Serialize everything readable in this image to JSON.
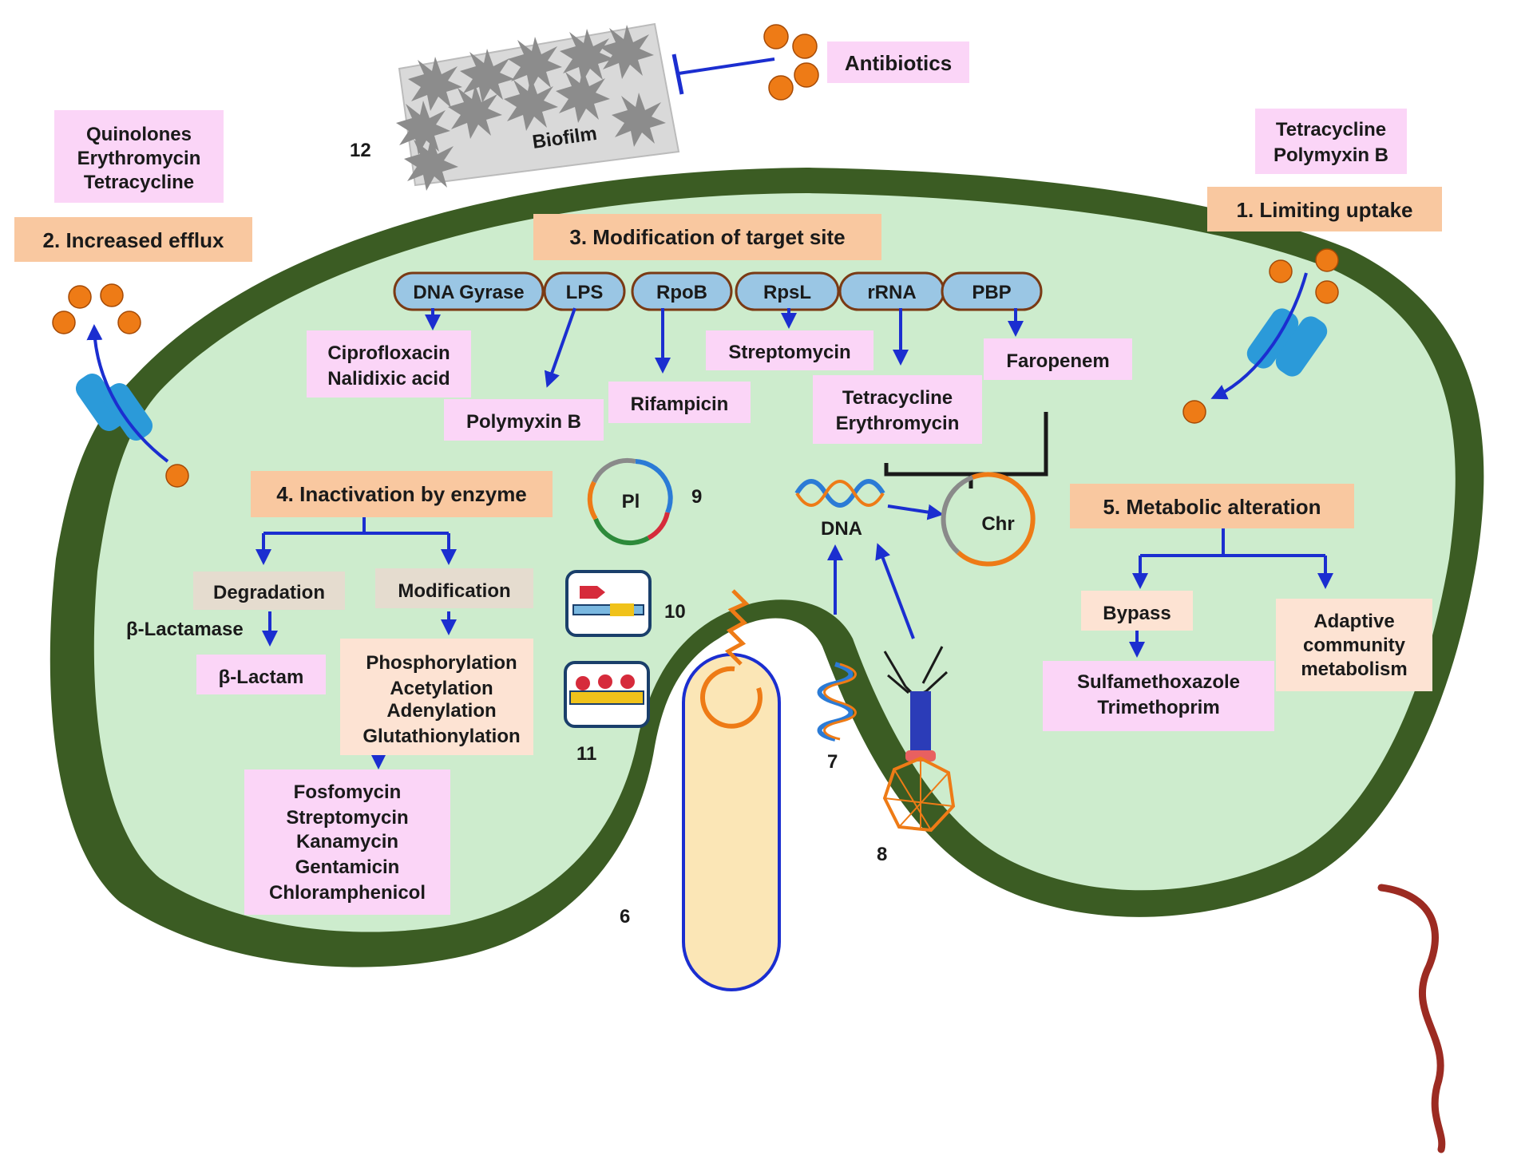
{
  "biofilm": {
    "label": "Biofilm",
    "number": "12"
  },
  "antibiotics": {
    "label": "Antibiotics"
  },
  "efflux": {
    "drugs": [
      "Quinolones",
      "Erythromycin",
      "Tetracycline"
    ],
    "title": "2. Increased efflux"
  },
  "uptake": {
    "drugs": [
      "Tetracycline",
      "Polymyxin B"
    ],
    "title": "1. Limiting uptake"
  },
  "target_site": {
    "title": "3. Modification of target site",
    "targets": [
      "DNA Gyrase",
      "LPS",
      "RpoB",
      "RpsL",
      "rRNA",
      "PBP"
    ],
    "drugs": {
      "dna_gyrase": [
        "Ciprofloxacin",
        "Nalidixic acid"
      ],
      "lps": "Polymyxin B",
      "rpob": "Rifampicin",
      "rpsl": "Streptomycin",
      "rrna": [
        "Tetracycline",
        "Erythromycin"
      ],
      "pbp": "Faropenem"
    }
  },
  "enzyme": {
    "title": "4. Inactivation by enzyme",
    "degradation": "Degradation",
    "modification": "Modification",
    "enzyme_name": "β-Lactamase",
    "substrate": "β-Lactam",
    "mods": [
      "Phosphorylation",
      "Acetylation",
      "Adenylation",
      "Glutathionylation"
    ],
    "drugs": [
      "Fosfomycin",
      "Streptomycin",
      "Kanamycin",
      "Gentamicin",
      "Chloramphenicol"
    ]
  },
  "metabolic": {
    "title": "5.  Metabolic alteration",
    "bypass": "Bypass",
    "adaptive": [
      "Adaptive",
      "community",
      "metabolism"
    ],
    "drugs": [
      "Sulfamethoxazole",
      "Trimethoprim"
    ]
  },
  "genetics": {
    "plasmid": "Pl",
    "plasmid_num": "9",
    "dna": "DNA",
    "chr": "Chr",
    "n10": "10",
    "n11": "11",
    "n7": "7",
    "n8": "8",
    "n6": "6"
  },
  "colors": {
    "cytoplasm": "#cdeccd",
    "membrane": "#3b5c23",
    "title_box": "#f9c8a0",
    "drug_box": "#fbd5f7",
    "arrow": "#1b2ed0",
    "target_pill": "#9ac6e4",
    "beige_box": "#e5dccf",
    "cream_box": "#fde3d3",
    "molecule": "#ee7b16"
  }
}
